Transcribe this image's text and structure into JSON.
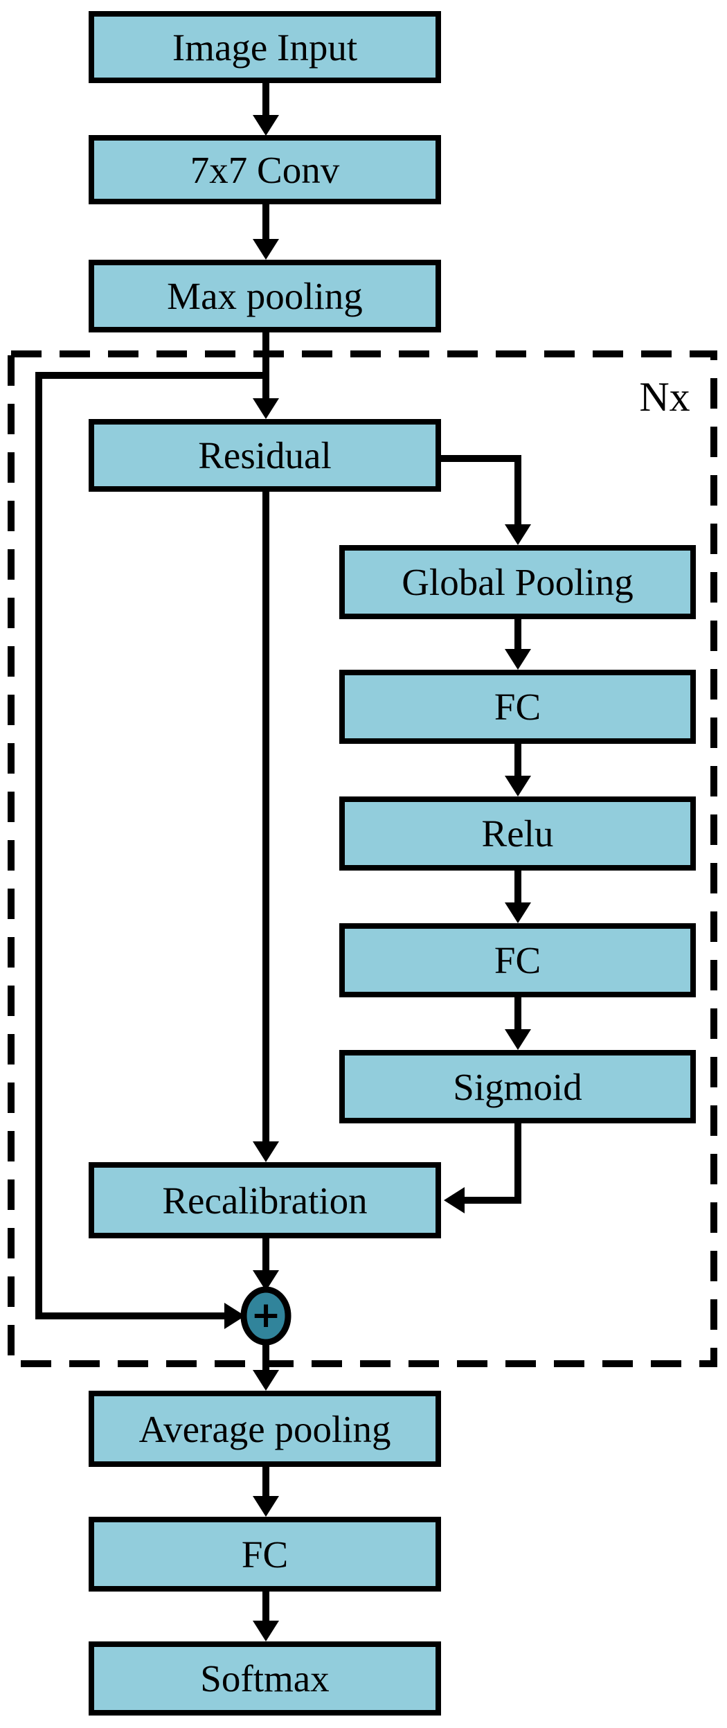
{
  "diagram": {
    "type": "flowchart",
    "description": "SE-ResNet style network architecture flow diagram",
    "colors": {
      "box_fill": "#92CDDC",
      "accent_fill": "#31849B",
      "line": "#000000",
      "background": "#FFFFFF"
    },
    "repeat_label": "Nx",
    "plus_label": "+",
    "nodes": {
      "image_input": "Image Input",
      "conv_7x7": "7x7 Conv",
      "max_pooling": "Max pooling",
      "residual": "Residual",
      "global_pooling": "Global Pooling",
      "fc_se_1": "FC",
      "relu": "Relu",
      "fc_se_2": "FC",
      "sigmoid": "Sigmoid",
      "recalibration": "Recalibration",
      "average_pooling": "Average pooling",
      "fc_head": "FC",
      "softmax": "Softmax"
    },
    "edges": [
      "Image Input -> 7x7 Conv",
      "7x7 Conv -> Max pooling",
      "Max pooling -> Residual",
      "Residual -> Global Pooling",
      "Global Pooling -> FC",
      "FC -> Relu",
      "Relu -> FC",
      "FC -> Sigmoid",
      "Sigmoid -> Recalibration",
      "Residual -> Recalibration",
      "Recalibration -> +",
      "skip connection -> +",
      "+ -> Average pooling",
      "Average pooling -> FC",
      "FC -> Softmax"
    ]
  }
}
